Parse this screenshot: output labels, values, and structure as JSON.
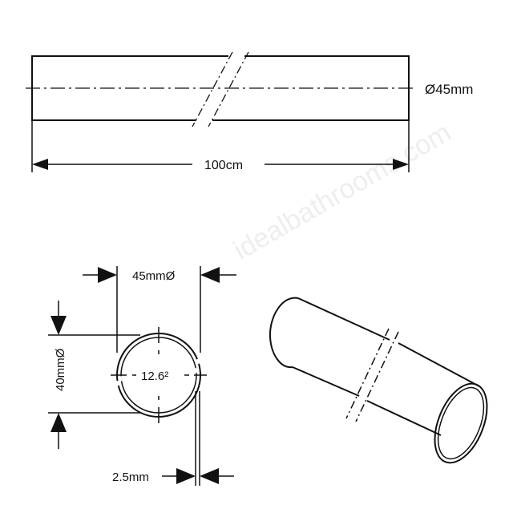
{
  "top_view": {
    "diameter_label": "Ø45mm",
    "length_label": "100cm"
  },
  "cross_section": {
    "outer_diameter_label": "45mmØ",
    "inner_diameter_label": "40mmØ",
    "center_label": "12.6²",
    "wall_thickness_label": "2.5mm"
  },
  "watermark": "idealbathrooms.com",
  "colors": {
    "line": "#111111",
    "background": "#ffffff",
    "watermark": "#eeeeee"
  }
}
